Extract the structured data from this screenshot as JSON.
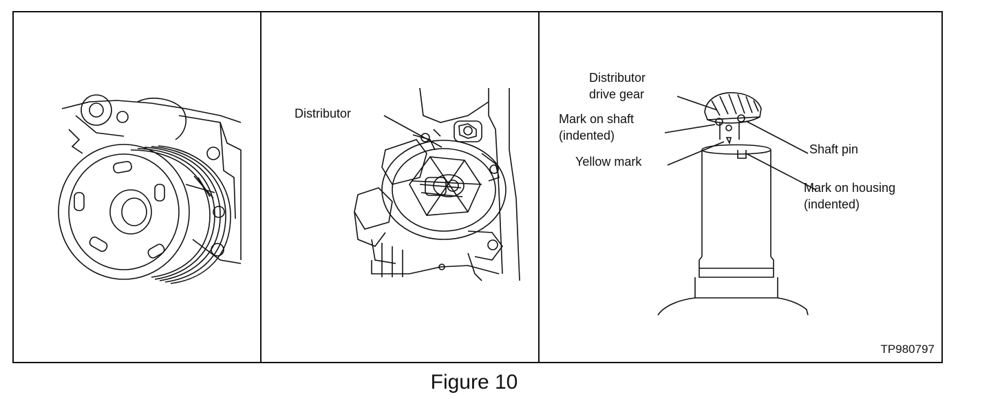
{
  "figure": {
    "caption": "Figure 10",
    "code": "TP980797"
  },
  "panel2": {
    "label_distributor": "Distributor"
  },
  "panel3": {
    "label_drive_gear_line1": "Distributor",
    "label_drive_gear_line2": "drive gear",
    "label_mark_shaft_line1": "Mark on shaft",
    "label_mark_shaft_line2": "(indented)",
    "label_yellow_mark": "Yellow mark",
    "label_shaft_pin": "Shaft pin",
    "label_mark_housing_line1": "Mark on housing",
    "label_mark_housing_line2": "(indented)"
  }
}
